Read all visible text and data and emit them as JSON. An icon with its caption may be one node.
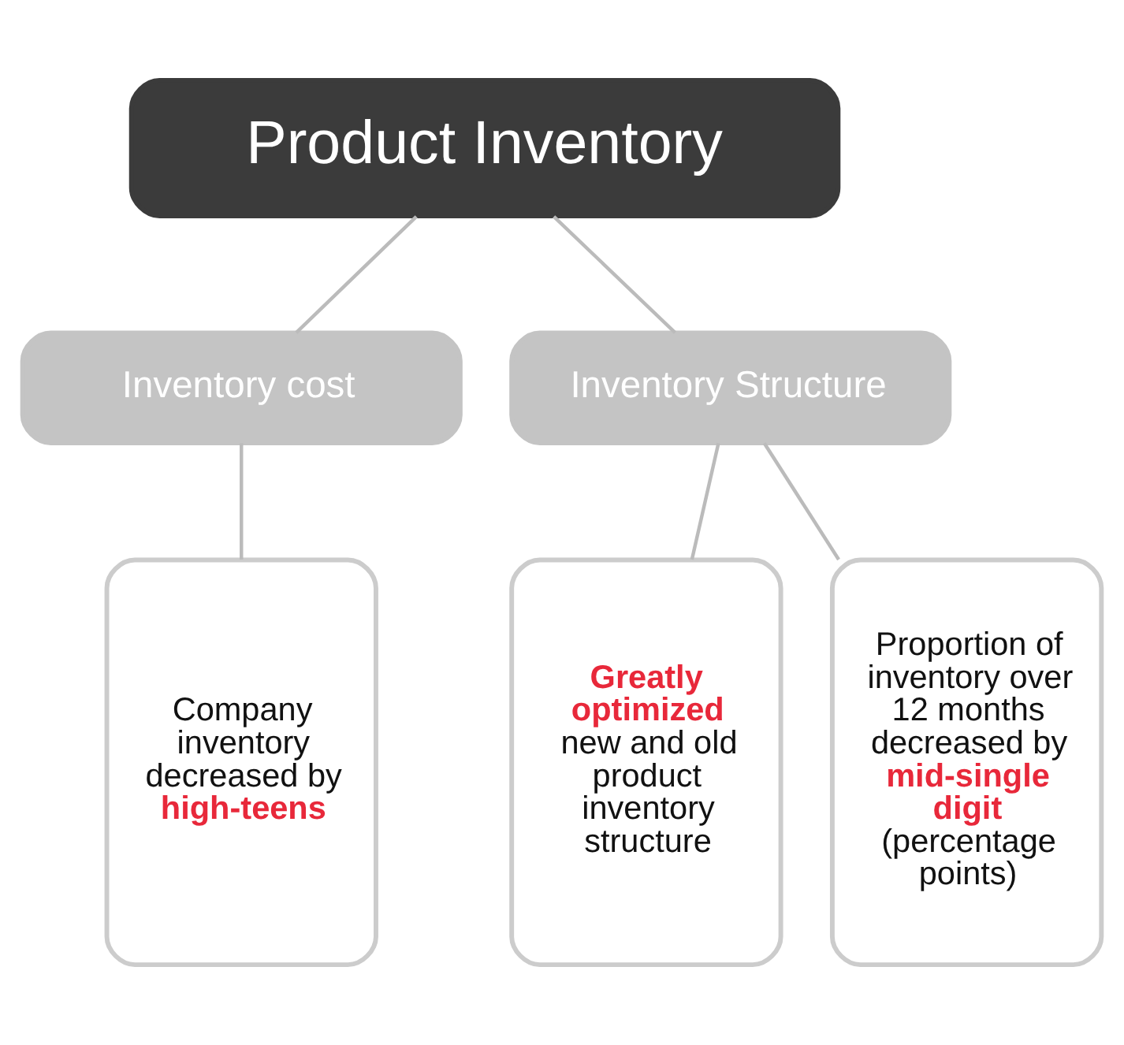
{
  "diagram": {
    "nodes": [
      {
        "text": [
          "Product Inventory"
        ]
      },
      {
        "text": [
          "Inventory cost"
        ]
      },
      {
        "text": [
          "Inventory Structure"
        ]
      },
      {
        "text": [
          "Company inventory decreased by **high-teens**"
        ]
      },
      {
        "text": [
          "**Greatly optimized** new and old product inventory structure"
        ]
      },
      {
        "text": [
          "Proportion of inventory over 12 months decreased by **mid-single digit** (percentage points)"
        ]
      }
    ],
    "edges": [
      {
        "from": 0,
        "to": 1,
        "arrow": "none"
      },
      {
        "from": 0,
        "to": 2,
        "arrow": "none"
      },
      {
        "from": 1,
        "to": 3,
        "arrow": "none"
      },
      {
        "from": 2,
        "to": 4,
        "arrow": "none"
      },
      {
        "from": 2,
        "to": 5,
        "arrow": "none"
      }
    ]
  }
}
